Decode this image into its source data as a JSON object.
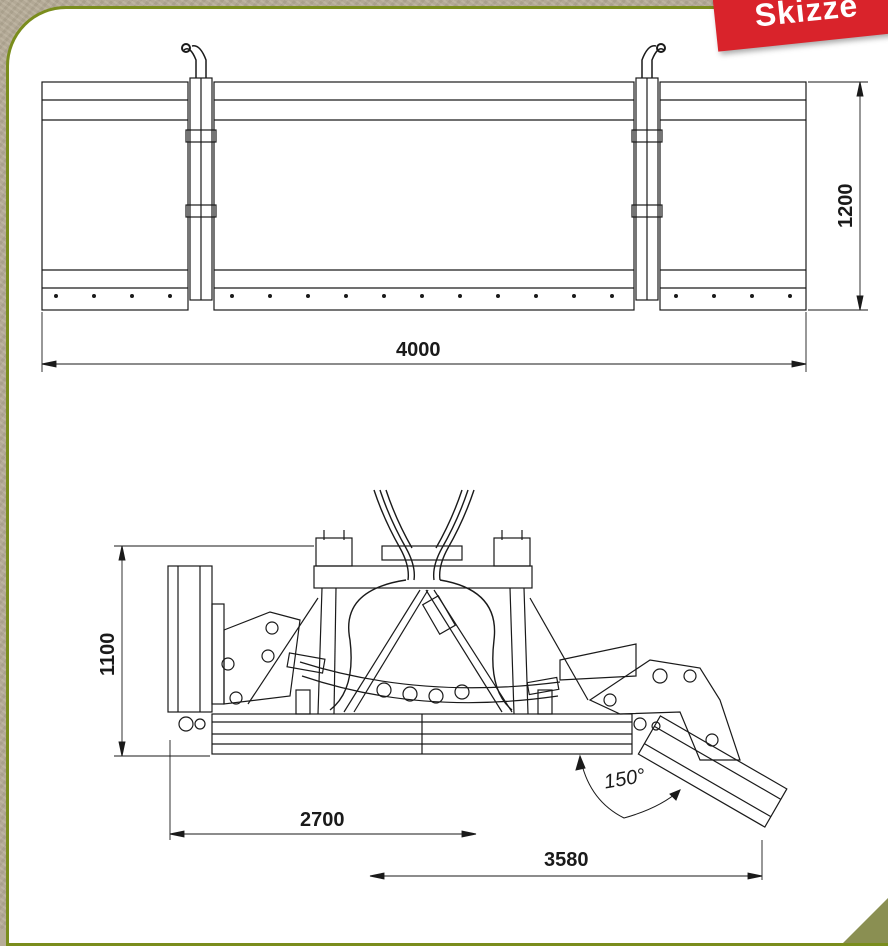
{
  "badge": {
    "text": "Skizze",
    "color": "#d9232b"
  },
  "frame": {
    "border_color": "#7a8d1d",
    "background": "#ffffff"
  },
  "top_view": {
    "width_dimension": "4000",
    "height_dimension": "1200"
  },
  "side_view": {
    "height_dimension": "1100",
    "reach_dimension": "2700",
    "total_dimension": "3580",
    "angle": "150°"
  }
}
